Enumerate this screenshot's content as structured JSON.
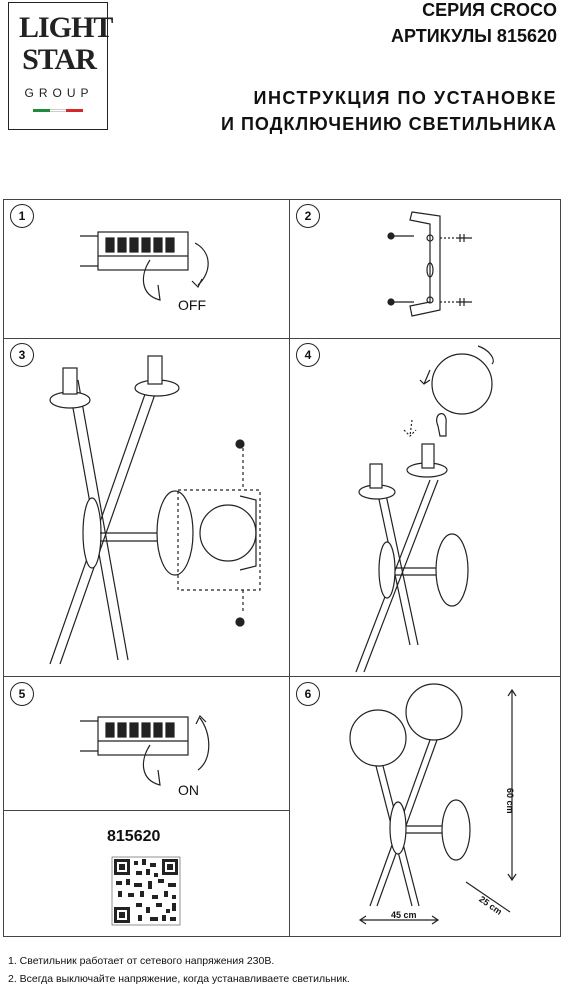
{
  "logo": {
    "line1": "LIGHT",
    "line2": "STAR",
    "line3": "GROUP",
    "flag_colors": [
      "#1e8c3a",
      "#ffffff",
      "#d62828"
    ]
  },
  "header": {
    "series": "СЕРИЯ CROCO",
    "article": "АРТИКУЛЫ 815620",
    "title_line1": "ИНСТРУКЦИЯ ПО УСТАНОВКЕ",
    "title_line2": "И ПОДКЛЮЧЕНИЮ СВЕТИЛЬНИКА"
  },
  "steps": [
    {
      "number": "1"
    },
    {
      "number": "2"
    },
    {
      "number": "3"
    },
    {
      "number": "4"
    },
    {
      "number": "5"
    },
    {
      "number": "6"
    }
  ],
  "labels": {
    "off": "OFF",
    "on": "ON",
    "article_code": "815620",
    "height": "60 cm",
    "depth": "25 cm",
    "width": "45 cm"
  },
  "notes": [
    "1. Светильник работает от сетевого напряжения 230В.",
    "2. Всегда выключайте напряжение, когда устанавливаете светильник."
  ]
}
